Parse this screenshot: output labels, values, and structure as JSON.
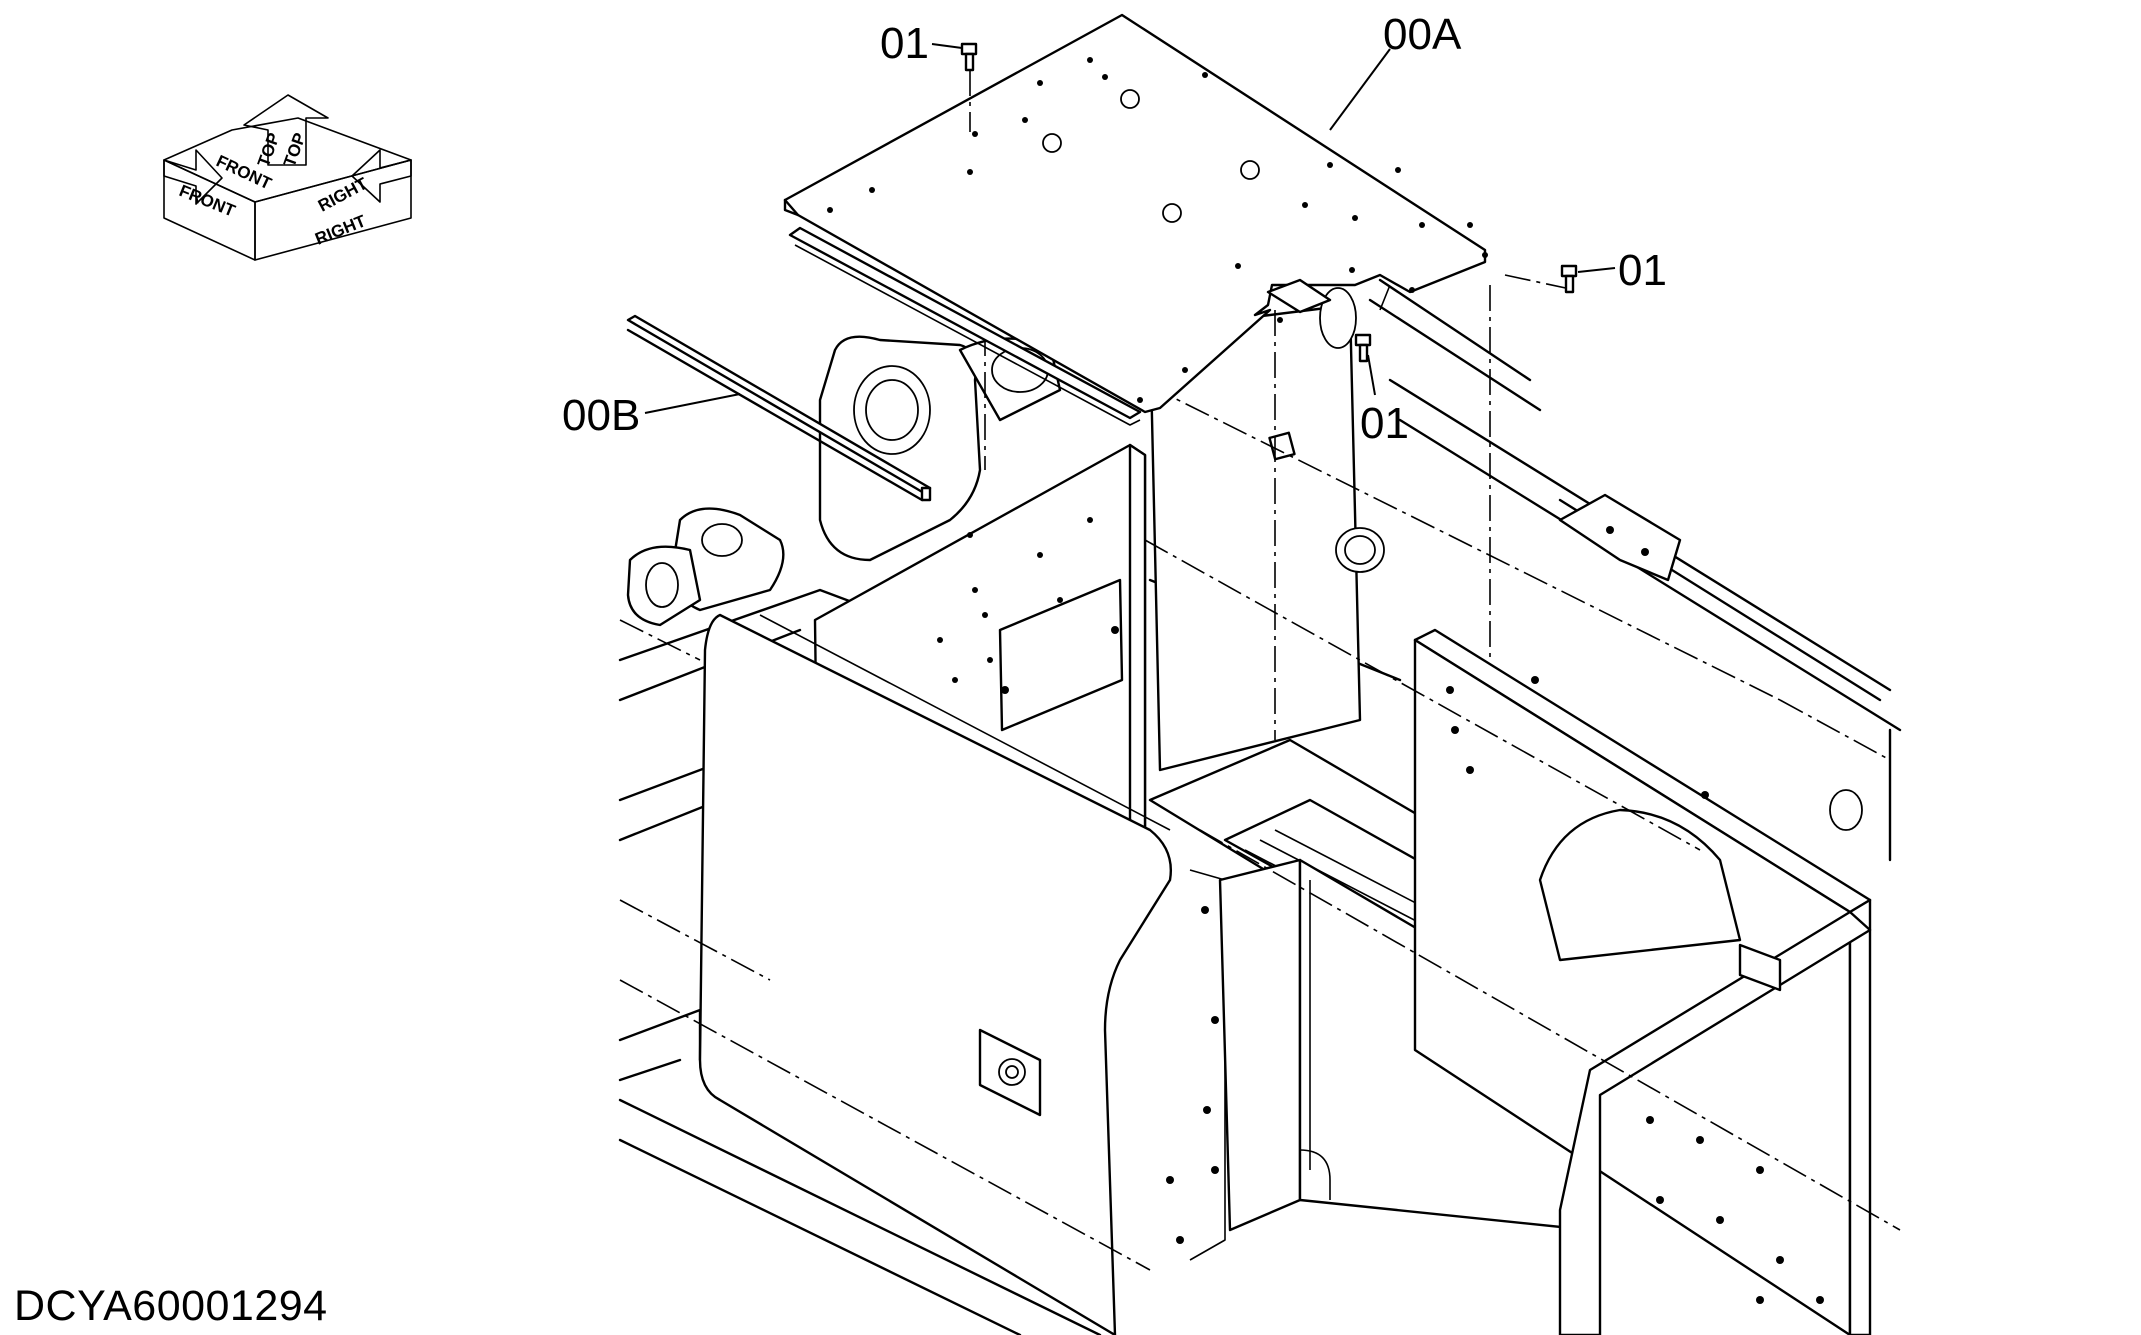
{
  "drawing_id": "DCYA60001294",
  "callouts": {
    "cover_plate": "00A",
    "rubber_strip": "00B",
    "bolt_top_left": "01",
    "bolt_right": "01",
    "bolt_center": "01"
  },
  "orientation_indicator": {
    "front": "FRONT",
    "top": "TOP",
    "right": "RIGHT"
  }
}
